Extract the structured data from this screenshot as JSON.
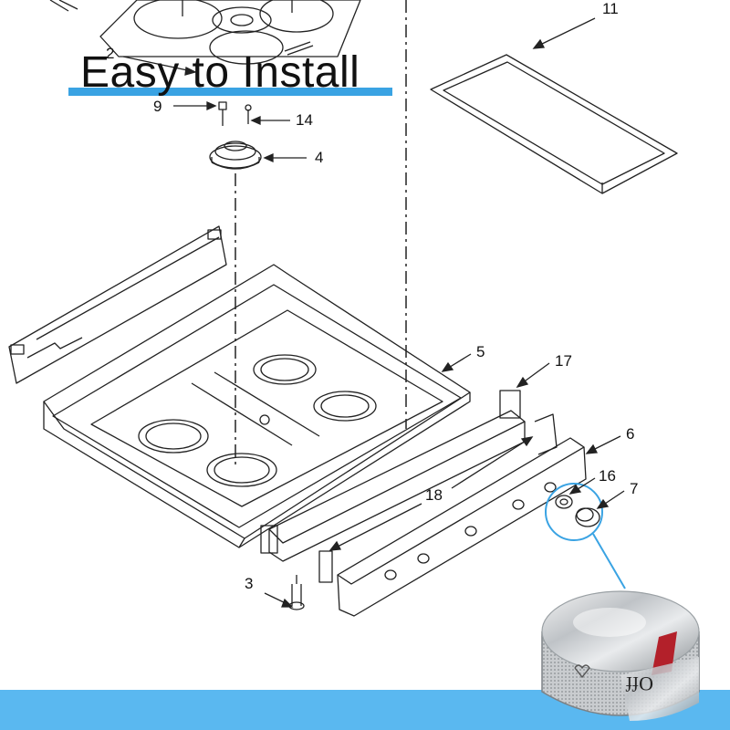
{
  "headline": "Easy to Install",
  "knob_marking": "Off",
  "part_labels": {
    "p2": "2",
    "p3": "3",
    "p4": "4",
    "p5": "5",
    "p6": "6",
    "p7": "7",
    "p9": "9",
    "p11": "11",
    "p14": "14",
    "p16": "16",
    "p17": "17",
    "p18": "18"
  },
  "colors": {
    "accent": "#3aa3e3",
    "band": "#5ab8f0",
    "line": "#222222"
  }
}
